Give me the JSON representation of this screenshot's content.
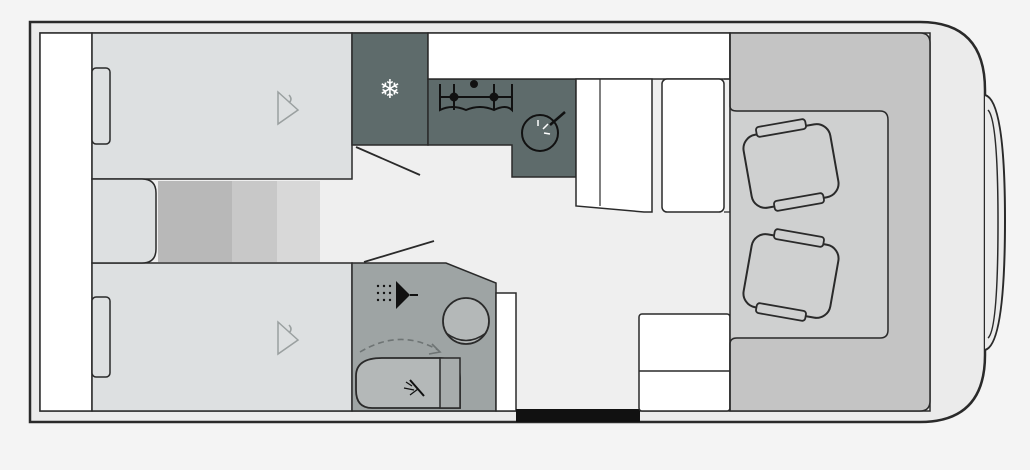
{
  "floorplan": {
    "rooms": {
      "rear_bed_top": "bed",
      "rear_bed_bottom": "bed",
      "step_area": "step",
      "kitchen_fridge": "fridge",
      "kitchen_hob": "hob",
      "kitchen_sink": "sink",
      "wardrobe": "wardrobe",
      "washroom": "washroom",
      "cab": "cab",
      "entrance_door": "door"
    },
    "colors": {
      "background": "#f4f4f4",
      "body": "#ebebeb",
      "floor": "#efefef",
      "bed": "#dde0e1",
      "dark_unit": "#5e6b6b",
      "washroom": "#9ea4a4",
      "cab": "#c4c4c4",
      "seat": "#b4b8b8",
      "outline": "#2a2a2a",
      "door": "#111111",
      "white": "#ffffff"
    },
    "icons": [
      "snowflake-icon",
      "hanger-icon",
      "shower-icon",
      "tap-icon",
      "hob-burner-icon",
      "cab-seat-icon"
    ]
  }
}
